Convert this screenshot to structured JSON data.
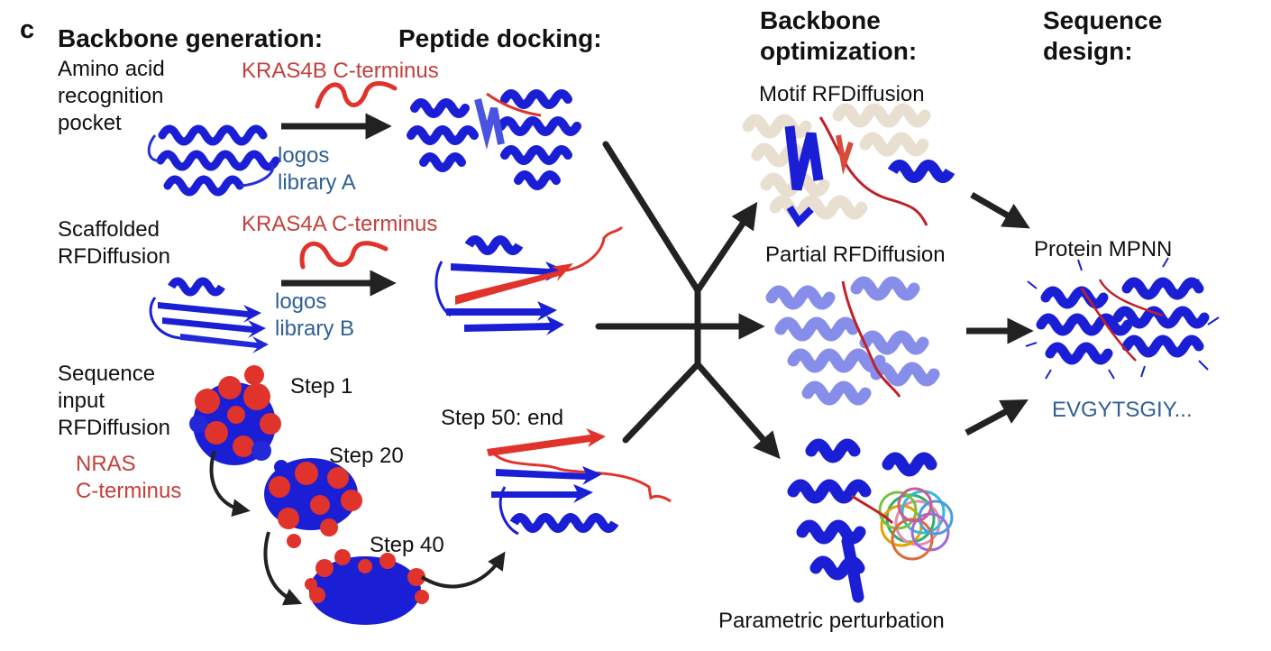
{
  "panel_letter": "c",
  "headers": {
    "backbone_generation": "Backbone generation:",
    "peptide_docking": "Peptide docking:",
    "backbone_optimization": [
      "Backbone",
      "optimization:"
    ],
    "sequence_design": [
      "Sequence",
      "design:"
    ]
  },
  "generation": {
    "pocket_label": [
      "Amino acid",
      "recognition",
      "pocket"
    ],
    "library_a": [
      "logos",
      "library A"
    ],
    "kras4b": "KRAS4B C-terminus",
    "scaffolded_label": [
      "Scaffolded",
      "RFDiffusion"
    ],
    "library_b": [
      "logos",
      "library B"
    ],
    "kras4a": "KRAS4A C-terminus",
    "sequence_input_label": [
      "Sequence",
      "input",
      "RFDiffusion"
    ],
    "nras": [
      "NRAS",
      "C-terminus"
    ],
    "steps": {
      "step1": "Step 1",
      "step20": "Step 20",
      "step40": "Step 40",
      "step50": "Step 50: end"
    }
  },
  "optimization": {
    "motif": "Motif RFDiffusion",
    "partial": "Partial RFDiffusion",
    "parametric": "Parametric perturbation"
  },
  "design": {
    "method": "Protein MPNN",
    "sequence": "EVGYTSGIY..."
  },
  "colors": {
    "protein_blue": "#1a1fd6",
    "protein_light_blue": "#7a82e8",
    "peptide_red": "#e0332b",
    "motif_beige": "#e9dfd0",
    "label_red": "#c2403b",
    "label_blue": "#2f5f95",
    "arrow": "#222222"
  }
}
